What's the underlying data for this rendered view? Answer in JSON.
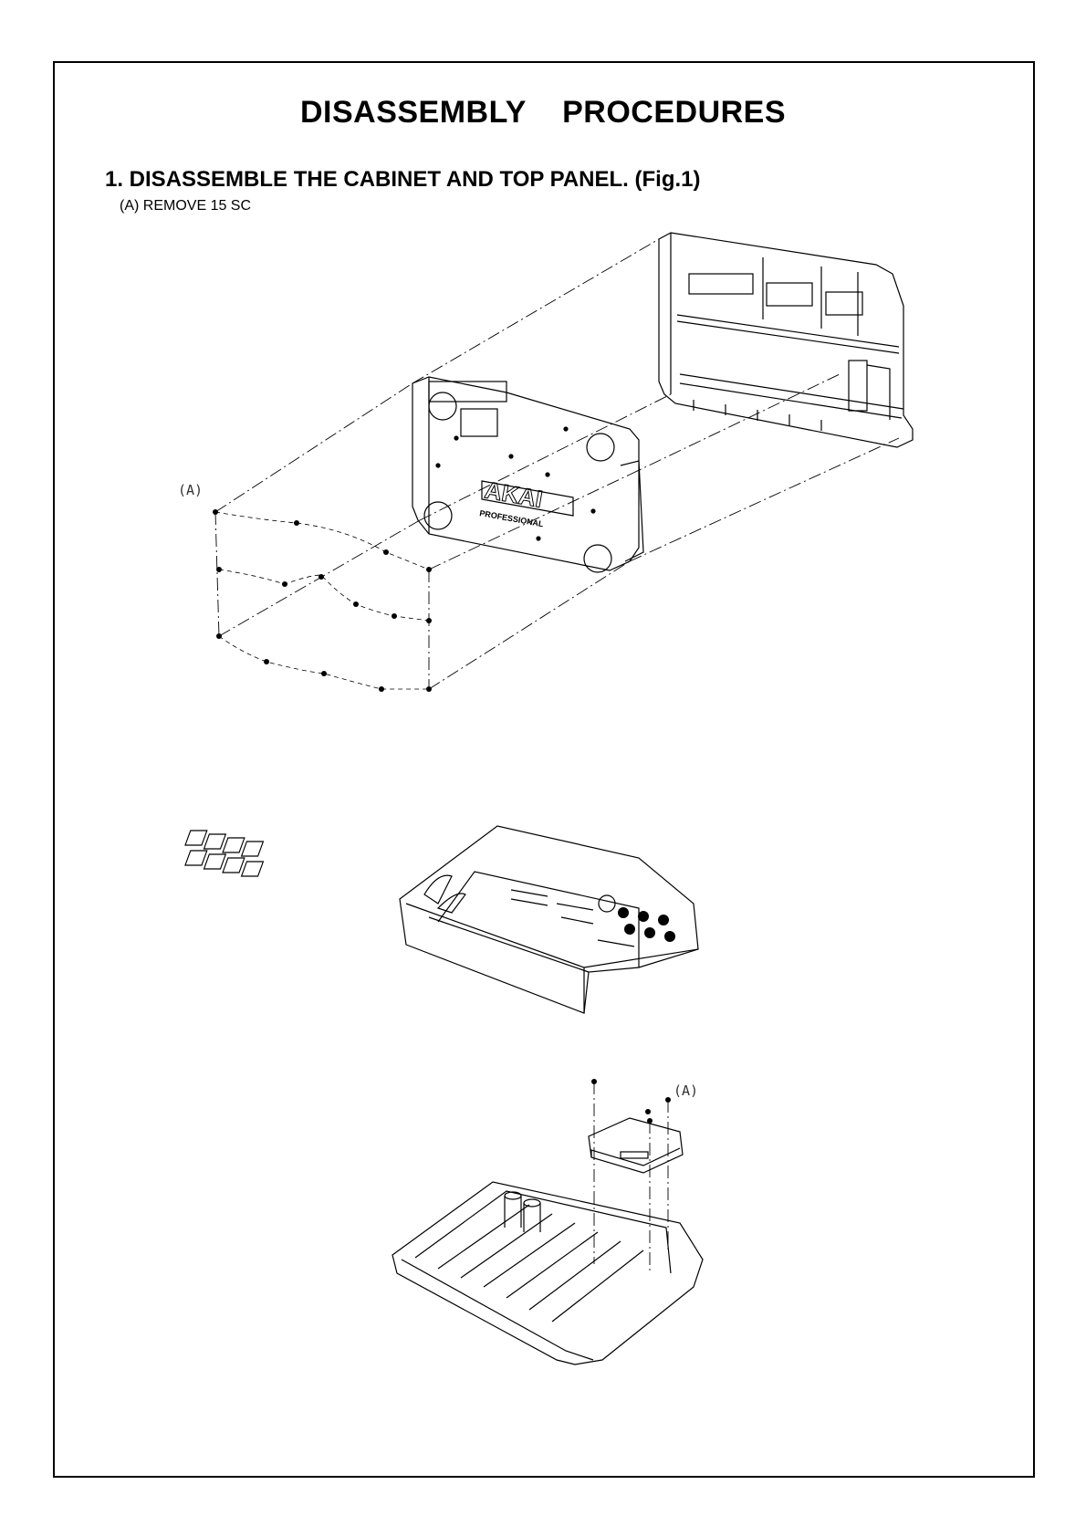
{
  "page": {
    "title": "DISASSEMBLY    PROCEDURES",
    "heading": "1. DISASSEMBLE THE CABINET AND TOP PANEL. (Fig.1)",
    "step_a": "(A)  REMOVE 15 SC"
  },
  "figure": {
    "callout_left": "(A)",
    "callout_bottom": "(A)",
    "logo_text": "AKAI",
    "logo_sub": "PROFESSIONAL"
  }
}
